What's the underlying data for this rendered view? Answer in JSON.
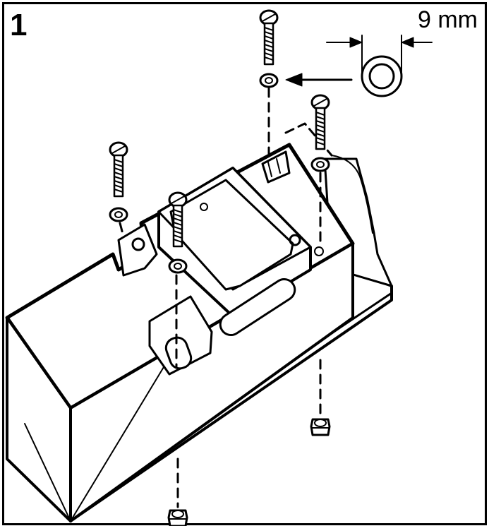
{
  "figure": {
    "step_number": "1",
    "dimension_label": "9 mm"
  },
  "colors": {
    "line": "#000000",
    "background": "#ffffff"
  },
  "parts": {
    "screws": 4,
    "washers": 4,
    "nuts": 2
  }
}
